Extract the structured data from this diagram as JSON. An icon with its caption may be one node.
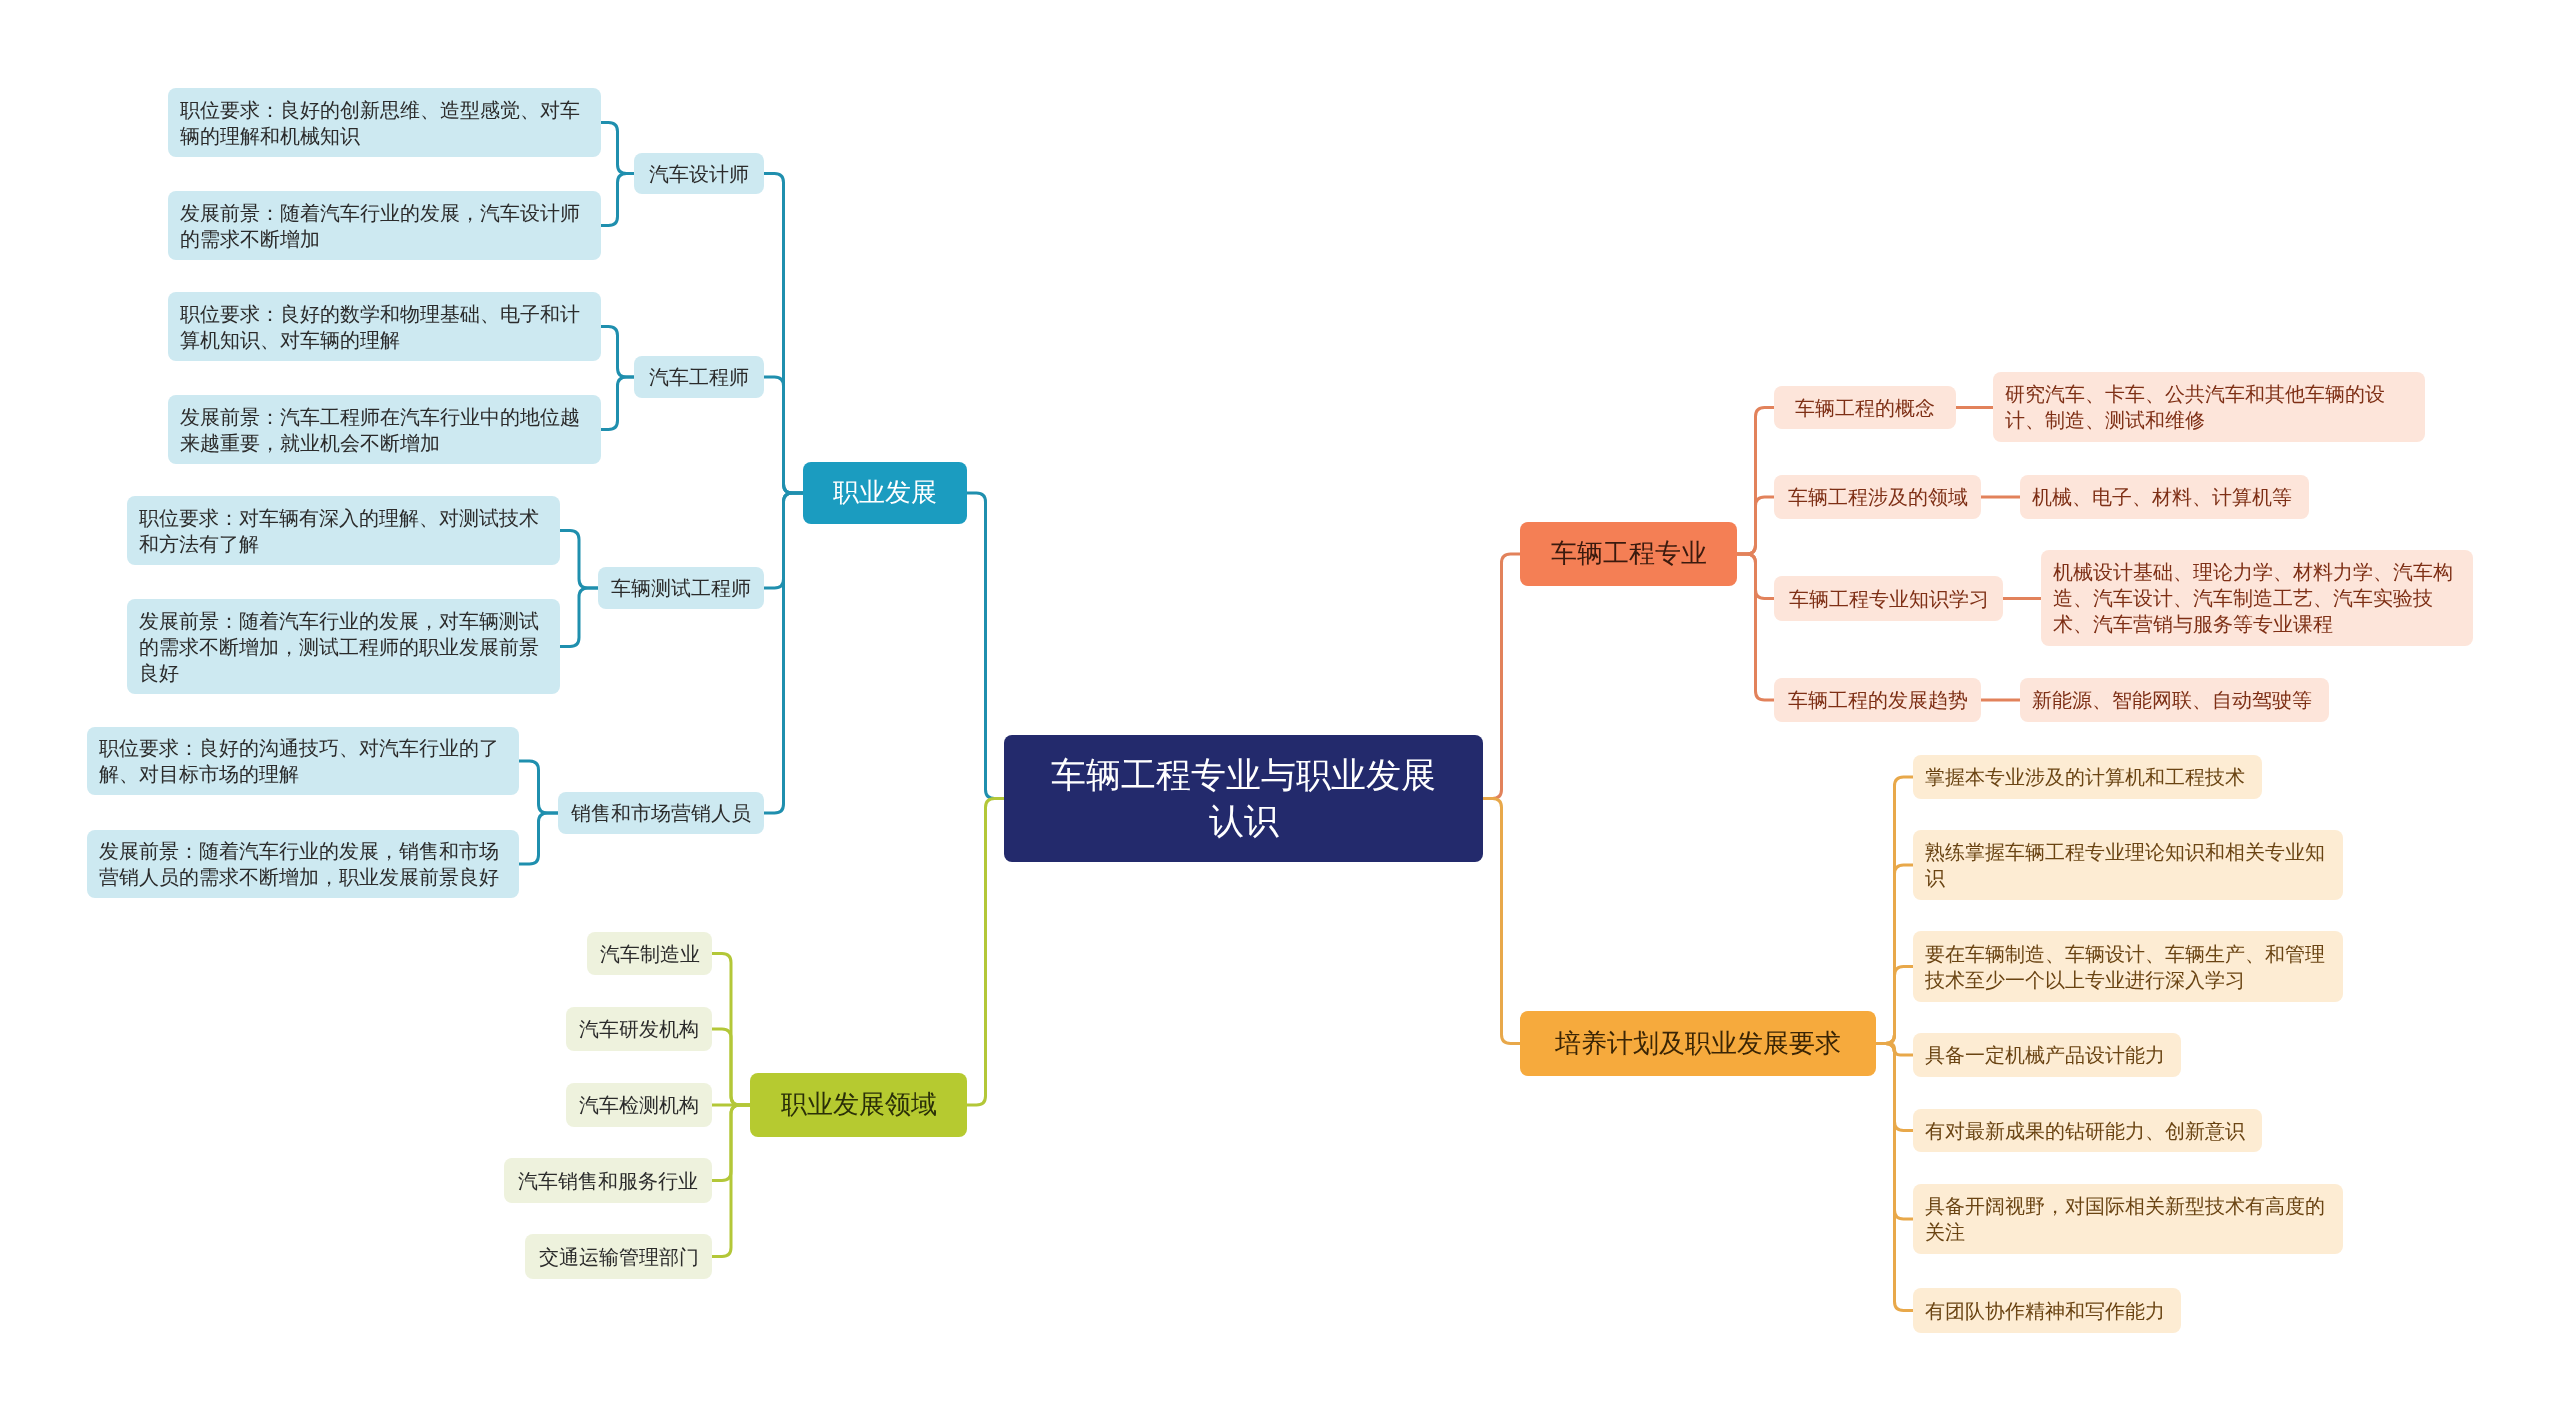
{
  "diagram": {
    "nodes": [
      {
        "text": [
          "车辆工程专业与职业发展认识"
        ]
      },
      {
        "text": [
          "职业发展"
        ]
      },
      {
        "text": [
          "汽车设计师"
        ]
      },
      {
        "text": [
          "职位要求：良好的创新思维、造型感觉、对车辆的理解和机械知识"
        ]
      },
      {
        "text": [
          "发展前景：随着汽车行业的发展，汽车设计师的需求不断增加"
        ]
      },
      {
        "text": [
          "汽车工程师"
        ]
      },
      {
        "text": [
          "职位要求：良好的数学和物理基础、电子和计算机知识、对车辆的理解"
        ]
      },
      {
        "text": [
          "发展前景：汽车工程师在汽车行业中的地位越来越重要，就业机会不断增加"
        ]
      },
      {
        "text": [
          "车辆测试工程师"
        ]
      },
      {
        "text": [
          "职位要求：对车辆有深入的理解、对测试技术和方法有了解"
        ]
      },
      {
        "text": [
          "发展前景：随着汽车行业的发展，对车辆测试的需求不断增加，测试工程师的职业发展前景良好"
        ]
      },
      {
        "text": [
          "销售和市场营销人员"
        ]
      },
      {
        "text": [
          "职位要求：良好的沟通技巧、对汽车行业的了解、对目标市场的理解"
        ]
      },
      {
        "text": [
          "发展前景：随着汽车行业的发展，销售和市场营销人员的需求不断增加，职业发展前景良好"
        ]
      },
      {
        "text": [
          "职业发展领域"
        ]
      },
      {
        "text": [
          "汽车制造业"
        ]
      },
      {
        "text": [
          "汽车研发机构"
        ]
      },
      {
        "text": [
          "汽车检测机构"
        ]
      },
      {
        "text": [
          "汽车销售和服务行业"
        ]
      },
      {
        "text": [
          "交通运输管理部门"
        ]
      },
      {
        "text": [
          "车辆工程专业"
        ]
      },
      {
        "text": [
          "车辆工程的概念"
        ]
      },
      {
        "text": [
          "研究汽车、卡车、公共汽车和其他车辆的设计、制造、测试和维修"
        ]
      },
      {
        "text": [
          "车辆工程涉及的领域"
        ]
      },
      {
        "text": [
          "机械、电子、材料、计算机等"
        ]
      },
      {
        "text": [
          "车辆工程专业知识学习"
        ]
      },
      {
        "text": [
          "机械设计基础、理论力学、材料力学、汽车构造、汽车设计、汽车制造工艺、汽车实验技术、汽车营销与服务等专业课程"
        ]
      },
      {
        "text": [
          "车辆工程的发展趋势"
        ]
      },
      {
        "text": [
          "新能源、智能网联、自动驾驶等"
        ]
      },
      {
        "text": [
          "培养计划及职业发展要求"
        ]
      },
      {
        "text": [
          "掌握本专业涉及的计算机和工程技术"
        ]
      },
      {
        "text": [
          "熟练掌握车辆工程专业理论知识和相关专业知识"
        ]
      },
      {
        "text": [
          "要在车辆制造、车辆设计、车辆生产、和管理技术至少一个以上专业进行深入学习"
        ]
      },
      {
        "text": [
          "具备一定机械产品设计能力"
        ]
      },
      {
        "text": [
          "有对最新成果的钻研能力、创新意识"
        ]
      },
      {
        "text": [
          "具备开阔视野，对国际相关新型技术有高度的关注"
        ]
      },
      {
        "text": [
          "有团队协作精神和写作能力"
        ]
      }
    ],
    "edges": [
      {
        "from": 0,
        "to": 1,
        "arrow": "none"
      },
      {
        "from": 1,
        "to": 2,
        "arrow": "none"
      },
      {
        "from": 2,
        "to": 3,
        "arrow": "none"
      },
      {
        "from": 2,
        "to": 4,
        "arrow": "none"
      },
      {
        "from": 1,
        "to": 5,
        "arrow": "none"
      },
      {
        "from": 5,
        "to": 6,
        "arrow": "none"
      },
      {
        "from": 5,
        "to": 7,
        "arrow": "none"
      },
      {
        "from": 1,
        "to": 8,
        "arrow": "none"
      },
      {
        "from": 8,
        "to": 9,
        "arrow": "none"
      },
      {
        "from": 8,
        "to": 10,
        "arrow": "none"
      },
      {
        "from": 1,
        "to": 11,
        "arrow": "none"
      },
      {
        "from": 11,
        "to": 12,
        "arrow": "none"
      },
      {
        "from": 11,
        "to": 13,
        "arrow": "none"
      },
      {
        "from": 0,
        "to": 14,
        "arrow": "none",
        "color": "#b3c738"
      },
      {
        "from": 14,
        "to": 15,
        "arrow": "none",
        "color": "#b3c738"
      },
      {
        "from": 14,
        "to": 16,
        "arrow": "none",
        "color": "#b3c738"
      },
      {
        "from": 14,
        "to": 17,
        "arrow": "none",
        "color": "#b3c738"
      },
      {
        "from": 14,
        "to": 18,
        "arrow": "none",
        "color": "#b3c738"
      },
      {
        "from": 14,
        "to": 19,
        "arrow": "none",
        "color": "#b3c738"
      },
      {
        "from": 0,
        "to": 20,
        "arrow": "none",
        "color": "#e2825b"
      },
      {
        "from": 20,
        "to": 21,
        "arrow": "none",
        "color": "#e2825b"
      },
      {
        "from": 21,
        "to": 22,
        "arrow": "none",
        "color": "#e2825b"
      },
      {
        "from": 20,
        "to": 23,
        "arrow": "none",
        "color": "#e2825b"
      },
      {
        "from": 23,
        "to": 24,
        "arrow": "none",
        "color": "#e2825b"
      },
      {
        "from": 20,
        "to": 25,
        "arrow": "none",
        "color": "#e2825b"
      },
      {
        "from": 25,
        "to": 26,
        "arrow": "none",
        "color": "#e2825b"
      },
      {
        "from": 20,
        "to": 27,
        "arrow": "none",
        "color": "#e2825b"
      },
      {
        "from": 27,
        "to": 28,
        "arrow": "none",
        "color": "#e2825b"
      },
      {
        "from": 0,
        "to": 29,
        "arrow": "none",
        "color": "#e8a84a"
      },
      {
        "from": 29,
        "to": 30,
        "arrow": "none",
        "color": "#e8a84a"
      },
      {
        "from": 29,
        "to": 31,
        "arrow": "none",
        "color": "#e8a84a"
      },
      {
        "from": 29,
        "to": 32,
        "arrow": "none",
        "color": "#e8a84a"
      },
      {
        "from": 29,
        "to": 33,
        "arrow": "none",
        "color": "#e8a84a"
      },
      {
        "from": 29,
        "to": 34,
        "arrow": "none",
        "color": "#e8a84a"
      },
      {
        "from": 29,
        "to": 35,
        "arrow": "none",
        "color": "#e8a84a"
      },
      {
        "from": 29,
        "to": 36,
        "arrow": "none",
        "color": "#e8a84a"
      }
    ]
  }
}
